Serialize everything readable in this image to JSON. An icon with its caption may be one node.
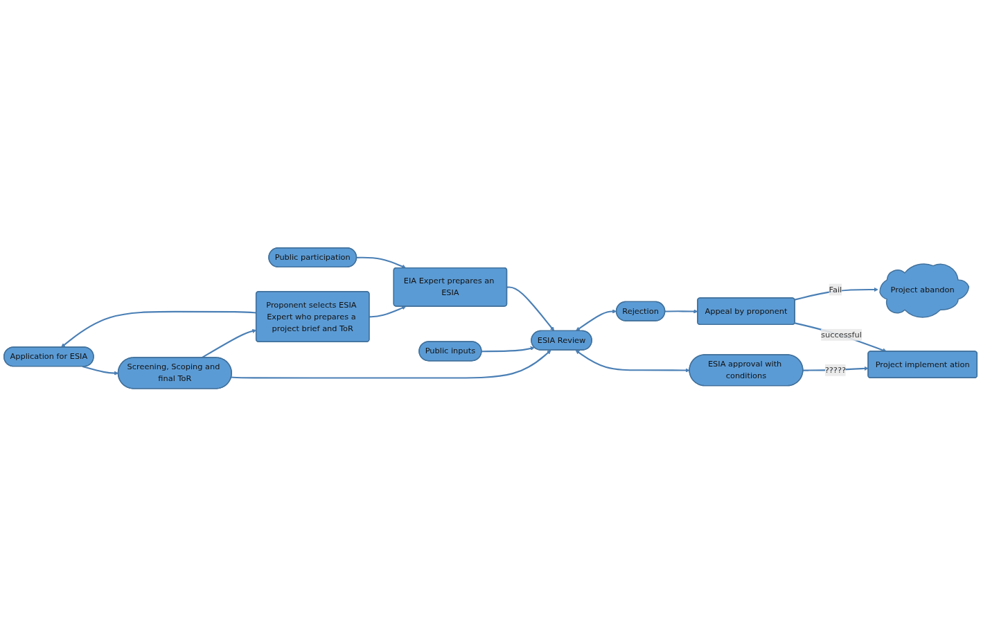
{
  "diagram": {
    "nodes": [
      {
        "text": [
          "Application for ESIA"
        ]
      },
      {
        "text": [
          "Screening, Scoping and final ToR"
        ]
      },
      {
        "text": [
          "Public inputs"
        ]
      },
      {
        "text": [
          "Proponent selects ESIA Expert who prepares a project brief and ToR"
        ]
      },
      {
        "text": [
          "EIA Expert prepares an ESIA"
        ]
      },
      {
        "text": [
          "ESIA Review"
        ]
      },
      {
        "text": [
          "Rejection"
        ]
      },
      {
        "text": [
          "ESIA approval with conditions"
        ]
      },
      {
        "text": [
          "Public participation"
        ]
      },
      {
        "text": [
          "Appeal by proponent"
        ]
      },
      {
        "text": [
          "Project implement ation"
        ]
      },
      {
        "text": [
          "Project abandon"
        ]
      }
    ],
    "edges": [
      {
        "from": 3,
        "to": 0,
        "arrow": "to"
      },
      {
        "from": 0,
        "to": 1,
        "arrow": "to"
      },
      {
        "from": 1,
        "to": 3,
        "arrow": "to"
      },
      {
        "from": 1,
        "to": 5,
        "arrow": "to"
      },
      {
        "from": 2,
        "to": 5,
        "arrow": "to"
      },
      {
        "from": 3,
        "to": 4,
        "arrow": "to"
      },
      {
        "from": 8,
        "to": 4,
        "arrow": "to"
      },
      {
        "from": 4,
        "to": 5,
        "arrow": "to"
      },
      {
        "from": 5,
        "to": 6,
        "arrow": "both"
      },
      {
        "from": 5,
        "to": 7,
        "arrow": "both"
      },
      {
        "from": 6,
        "to": 9,
        "arrow": "to"
      },
      {
        "from": 7,
        "to": 10,
        "arrow": "to",
        "label": "?????"
      },
      {
        "from": 9,
        "to": 11,
        "arrow": "to",
        "label": "Fail"
      },
      {
        "from": 9,
        "to": 10,
        "arrow": "to",
        "label": "successful"
      }
    ]
  }
}
